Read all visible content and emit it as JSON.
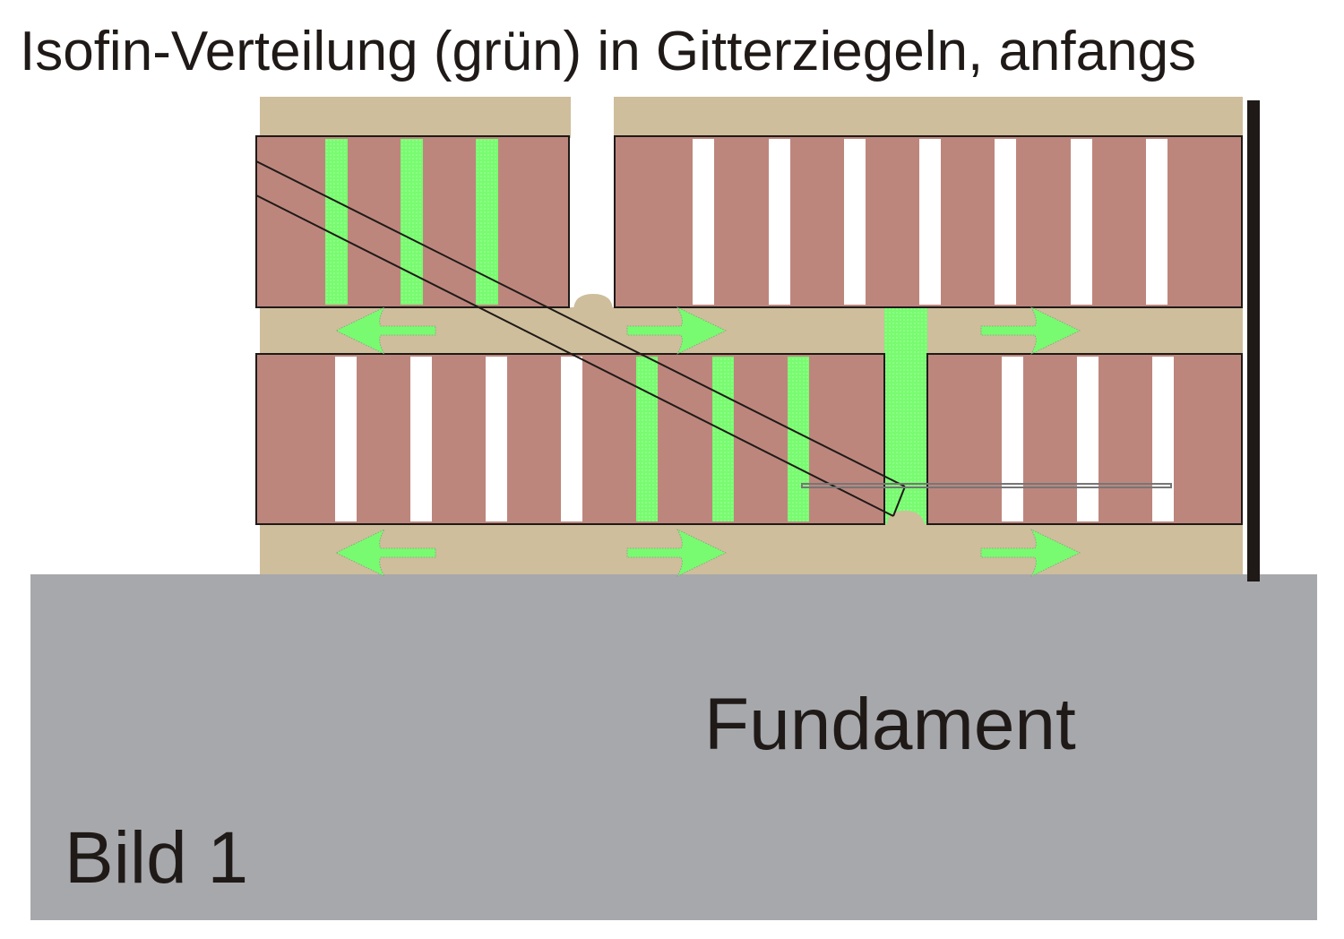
{
  "title": "Isofin-Verteilung (grün) in Gitterziegeln, anfangs",
  "labels": {
    "foundation": "Fundament",
    "figure": "Bild 1"
  },
  "colors": {
    "background": "#ffffff",
    "mortar": "#cebe9c",
    "brick": "#bd867d",
    "isofin_green": "#78fb70",
    "empty_channel": "#ffffff",
    "foundation": "#a7a8ac",
    "outline": "#1f1a17",
    "drill_outline": "#767676"
  },
  "legend": {
    "green_meaning": "Isofin"
  },
  "rows": [
    {
      "name": "upper-course",
      "bricks": [
        {
          "name": "upper-left-brick",
          "channels": [
            "green",
            "green",
            "green"
          ]
        },
        {
          "name": "upper-right-brick",
          "channels": [
            "white",
            "white",
            "white",
            "white",
            "white",
            "white",
            "white"
          ]
        }
      ],
      "arrows_below": [
        "left",
        "right",
        "right"
      ]
    },
    {
      "name": "lower-course",
      "bricks": [
        {
          "name": "lower-left-brick",
          "channels": [
            "white",
            "white",
            "white",
            "white",
            "green",
            "green",
            "green"
          ]
        },
        {
          "name": "lower-right-brick",
          "channels": [
            "white",
            "white",
            "white"
          ]
        }
      ],
      "arrows_below": [
        "left",
        "right",
        "right"
      ]
    }
  ],
  "vertical_joint_filled": "green"
}
